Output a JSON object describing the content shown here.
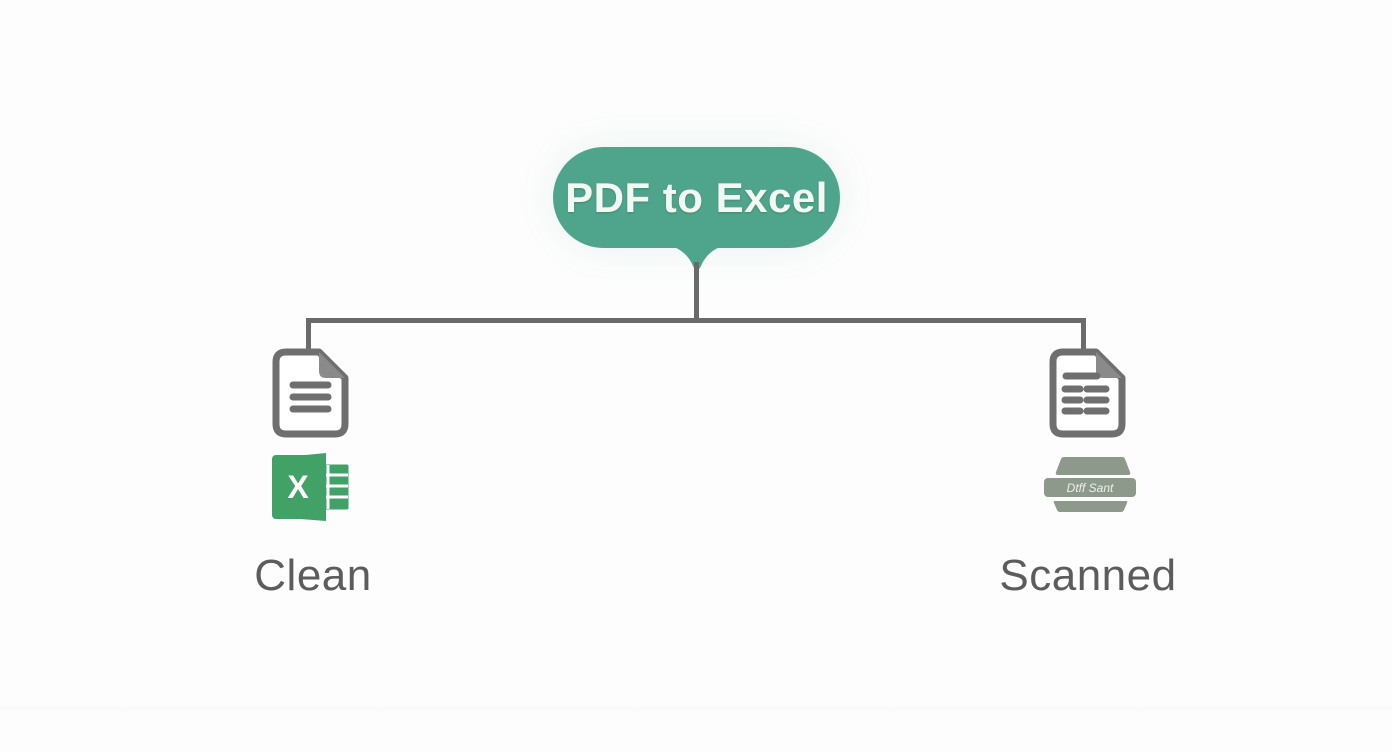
{
  "root_node": {
    "label": "PDF to Excel"
  },
  "branches": [
    {
      "label": "Clean",
      "doc_icon": "document-text-icon",
      "result_icon": "excel-logo-icon",
      "excel_letter": "X"
    },
    {
      "label": "Scanned",
      "doc_icon": "document-table-icon",
      "result_icon": "scanner-icon",
      "scanner_label": "Dtff Sant"
    }
  ],
  "colors": {
    "node_green": "#4FA58C",
    "excel_green": "#41A166",
    "scanner_gray": "#8D998B",
    "connector_gray": "#6A6A6A",
    "document_stroke_gray": "#6F6F6F",
    "label_gray": "#5C5C5C",
    "background": "#FDFDFD"
  }
}
